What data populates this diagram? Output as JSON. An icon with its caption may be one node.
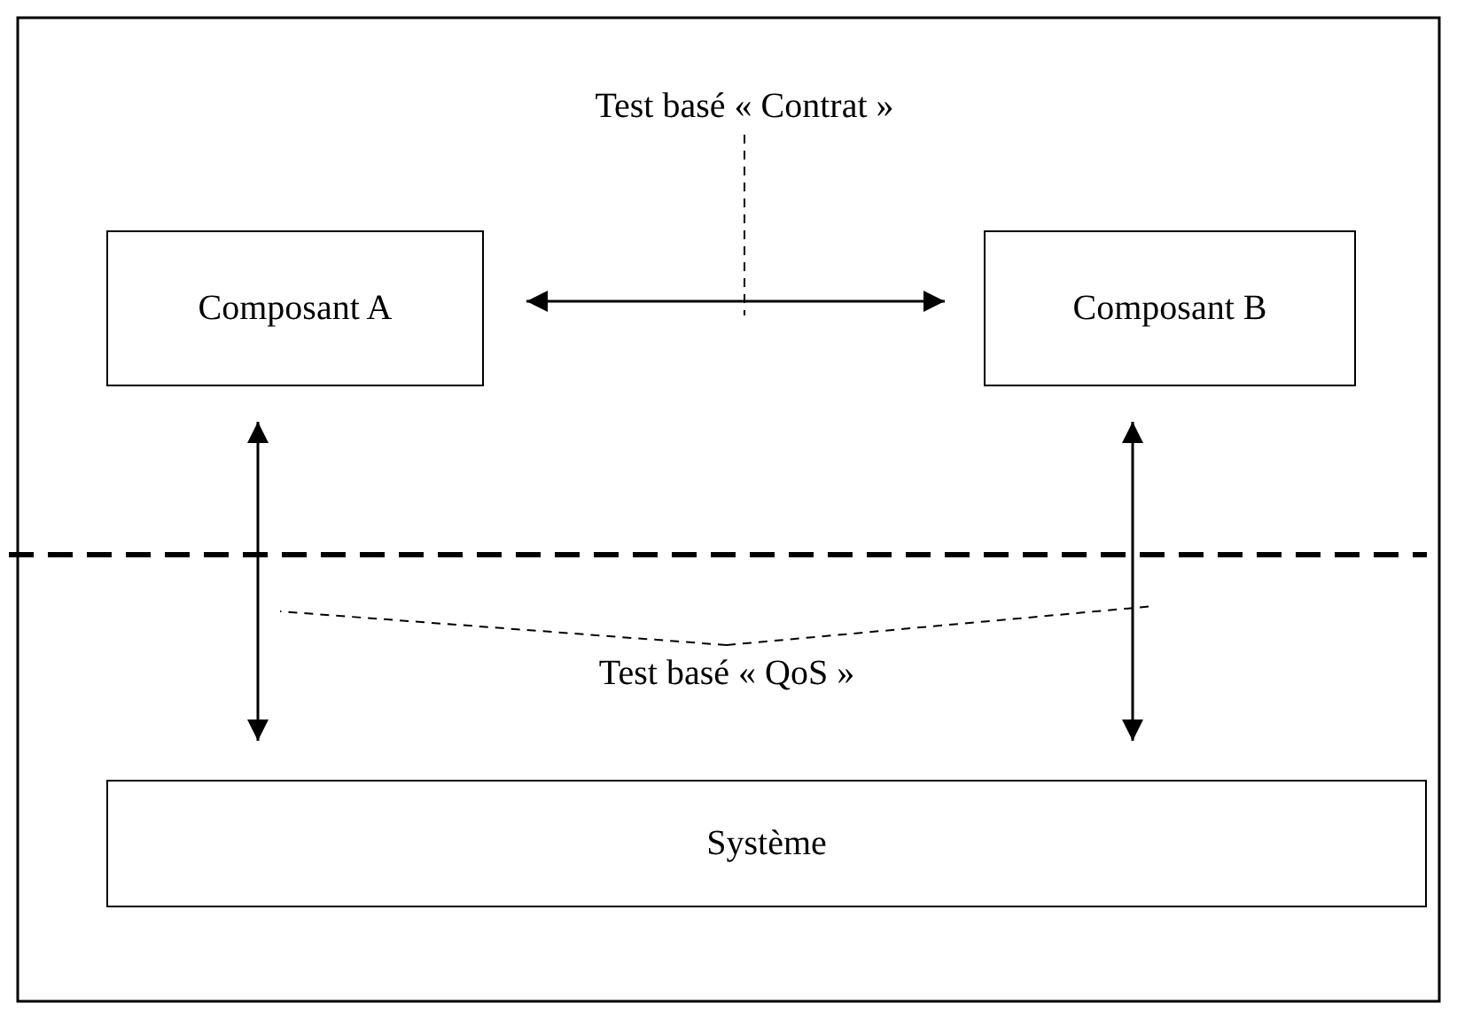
{
  "diagram": {
    "nodes": [
      {
        "text": [
          "Composant A"
        ]
      },
      {
        "text": [
          "Composant B"
        ]
      },
      {
        "text": [
          "Test basé « Contrat »"
        ]
      },
      {
        "text": [
          "Système"
        ]
      },
      {
        "text": [
          "Test basé « QoS »"
        ]
      }
    ],
    "edges": [
      {
        "from": 0,
        "to": 1,
        "arrow": "both"
      },
      {
        "from": 2,
        "to": null,
        "arrow": "none",
        "style": "dashed"
      },
      {
        "from": 0,
        "to": 3,
        "arrow": "both"
      },
      {
        "from": 1,
        "to": 3,
        "arrow": "both"
      },
      {
        "from": 4,
        "to": null,
        "arrow": "none",
        "style": "dashed"
      },
      {
        "from": 4,
        "to": null,
        "arrow": "none",
        "style": "dashed"
      }
    ]
  }
}
